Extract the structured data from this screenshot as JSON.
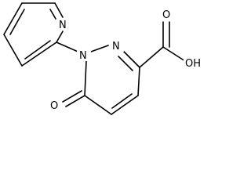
{
  "molecule": {
    "atoms": {
      "N_pyr": "N",
      "N_ring1": "N",
      "N_ring2": "N",
      "O_keto": "O",
      "OH": "OH",
      "O_acid": "O"
    }
  }
}
